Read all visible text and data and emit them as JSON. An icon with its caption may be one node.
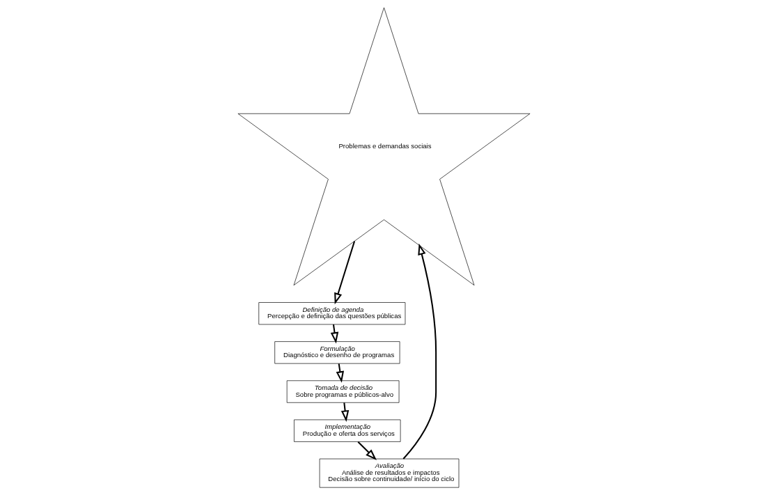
{
  "diagram": {
    "nodes": [
      {
        "text": [
          "Problemas e demandas sociais"
        ]
      },
      {
        "text": [
          "Definição de agenda",
          "Percepção e definição das questões públicas"
        ]
      },
      {
        "text": [
          "Formulação",
          "Diagnóstico e desenho de programas"
        ]
      },
      {
        "text": [
          "Tomada de decisão",
          "Sobre programas e públicos-alvo"
        ]
      },
      {
        "text": [
          "Implementação",
          "Produção e oferta dos serviços"
        ]
      },
      {
        "text": [
          "Avaliação",
          "Análise de resultados e impactos",
          "Decisão sobre continuidade/ início do ciclo"
        ]
      }
    ],
    "edges": [
      {
        "from": 0,
        "to": 1,
        "arrow": "to"
      },
      {
        "from": 1,
        "to": 2,
        "arrow": "to"
      },
      {
        "from": 2,
        "to": 3,
        "arrow": "to"
      },
      {
        "from": 3,
        "to": 4,
        "arrow": "to"
      },
      {
        "from": 4,
        "to": 5,
        "arrow": "to"
      },
      {
        "from": 5,
        "to": 0,
        "arrow": "to"
      }
    ]
  }
}
